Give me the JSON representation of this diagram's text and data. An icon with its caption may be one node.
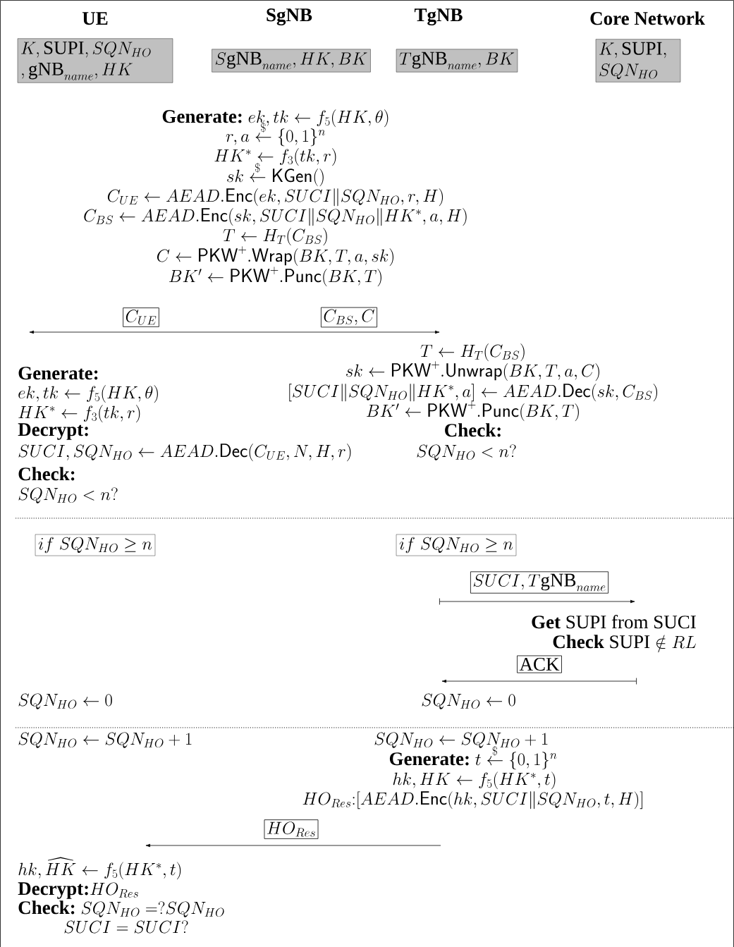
{
  "diagram": {
    "nodes": [
      {
        "text": [
          "UE",
          "K, \\mathrm{SUPI}, SQN_{HO}\\allowbreak, \\mathrm{gNB}_{name}, HK"
        ]
      },
      {
        "text": [
          "SgNB",
          "S\\mathrm{gNB}_{name}, HK, BK"
        ]
      },
      {
        "text": [
          "TgNB",
          "T\\mathrm{gNB}_{name}, BK"
        ]
      },
      {
        "text": [
          "Core Network",
          "K, \\mathrm{SUPI},\\allowbreak SQN_{HO}"
        ]
      },
      {
        "text": [
          "if\\ SQN_{HO} \\geq n"
        ]
      },
      {
        "text": [
          "if\\ SQN_{HO} \\geq n"
        ]
      },
      {
        "text": [
          "C_{UE}"
        ]
      },
      {
        "text": [
          "C_{BS}, C"
        ]
      },
      {
        "text": [
          "SUCI, T\\mathrm{gNB}_{name}"
        ]
      },
      {
        "text": [
          "\\mathrm{ACK}"
        ]
      },
      {
        "text": [
          "HO_{Res}"
        ]
      }
    ],
    "labels": [
      "\\textbf{Generate:}\\ ek, tk \\leftarrow f_5(HK, \\theta)",
      "r, a \\stackrel{\\$}{\\leftarrow} \\{0,1\\}^n",
      "HK^* \\leftarrow f_3(tk, r)",
      "sk \\stackrel{\\$}{\\leftarrow} \\mathsf{KGen}()",
      "C_{UE} \\leftarrow AEAD.\\mathsf{Enc}(ek, SUCI\\|SQN_{HO}, r, H)",
      "C_{BS} \\leftarrow AEAD.\\mathsf{Enc}(sk, SUCI\\|SQN_{HO}\\|HK^*, a, H)",
      "T \\leftarrow H_T(C_{BS})",
      "C \\leftarrow \\mathsf{PKW}^+.\\mathsf{Wrap}(BK, T, a, sk)",
      "BK' \\leftarrow \\mathsf{PKW}^+.\\mathsf{Punc}(BK, T)",
      "T \\leftarrow H_T(C_{BS})",
      "sk \\leftarrow \\mathsf{PKW}^+.\\mathsf{Unwrap}(BK, T, a, C)",
      "[SUCI\\|SQN_{HO}\\|HK^*, a] \\leftarrow AEAD.\\mathsf{Dec}(sk, C_{BS})",
      "BK' \\leftarrow \\mathsf{PKW}^+.\\mathsf{Punc}(BK, T)",
      "Check:",
      "SQN_{HO} < n?",
      "Generate:",
      "ek, tk \\leftarrow f_5(HK, \\theta)",
      "HK^* \\leftarrow f_3(tk, r)",
      "Decrypt:",
      "SUCI, SQN_{HO} \\leftarrow AEAD.\\mathsf{Dec}(C_{UE}, N, H, r)",
      "Check:",
      "SQN_{HO} < n?",
      "**Get** SUPI from SUCI",
      "\\textbf{Check}\\ \\mathrm{SUPI} \\notin RL",
      "SQN_{HO} \\leftarrow 0",
      "SQN_{HO} \\leftarrow 0",
      "SQN_{HO} \\leftarrow SQN_{HO} + 1",
      "SQN_{HO} \\leftarrow SQN_{HO} + 1",
      "\\textbf{Generate:}\\ t \\stackrel{\\$}{\\leftarrow} \\{0,1\\}^n",
      "hk, HK \\leftarrow f_5(HK^*, t)",
      "HO_{Res}{:}[AEAD.\\mathsf{Enc}(hk, SUCI\\|SQN_{HO}, t, H)]",
      "hk, \\widehat{HK} \\leftarrow f_5(HK^*, t)",
      "\\textbf{Decrypt:}HO_{Res}",
      "\\textbf{Check:}\\ SQN_{HO} =?SQN_{HO}",
      "SUCI = SUCI?"
    ]
  }
}
